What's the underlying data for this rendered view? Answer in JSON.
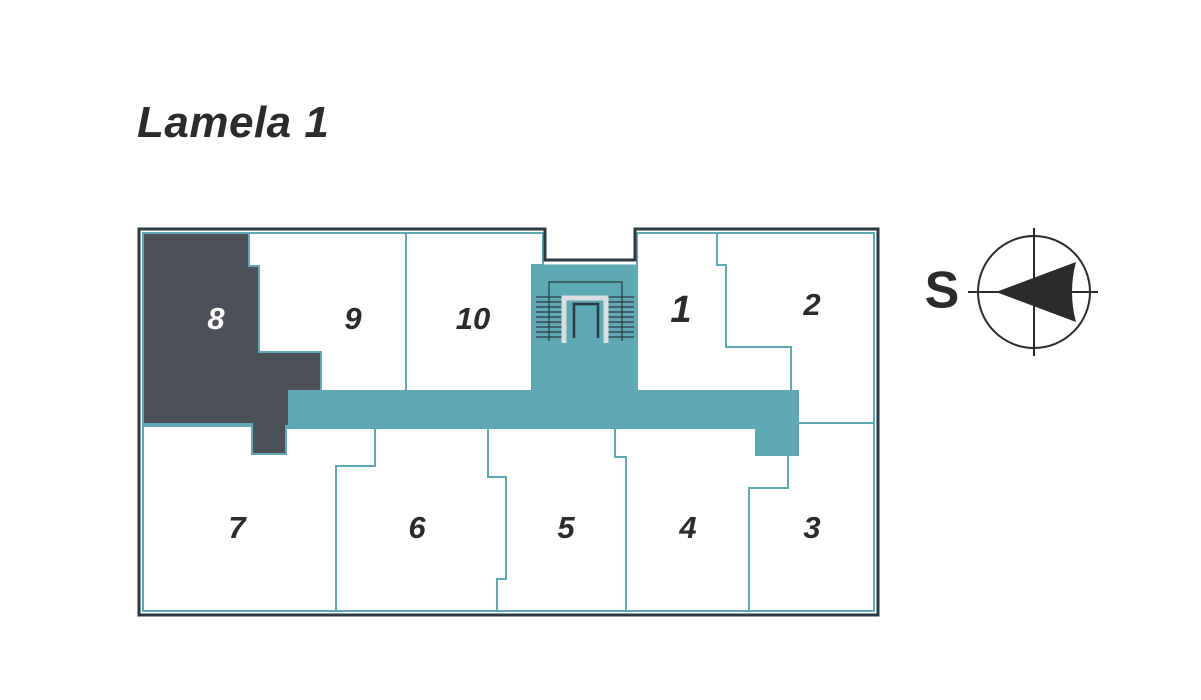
{
  "title": "Lamela 1",
  "colors": {
    "wall_outline": "#2b3a42",
    "partition": "#5fa8b5",
    "corridor": "#5fa8b5",
    "selected_unit": "#4c5058",
    "unit_fill": "#ffffff",
    "label_dark": "#2b2b2d",
    "label_light": "#ffffff",
    "stairs_rail": "#d8dee2"
  },
  "floorplan": {
    "units": [
      {
        "number": "1",
        "selected": false
      },
      {
        "number": "2",
        "selected": false
      },
      {
        "number": "3",
        "selected": false
      },
      {
        "number": "4",
        "selected": false
      },
      {
        "number": "5",
        "selected": false
      },
      {
        "number": "6",
        "selected": false
      },
      {
        "number": "7",
        "selected": false
      },
      {
        "number": "8",
        "selected": true
      },
      {
        "number": "9",
        "selected": false
      },
      {
        "number": "10",
        "selected": false
      }
    ],
    "common_areas": [
      "corridor",
      "staircase"
    ]
  },
  "compass": {
    "direction_label": "S",
    "icon": "compass-arrow-icon"
  }
}
